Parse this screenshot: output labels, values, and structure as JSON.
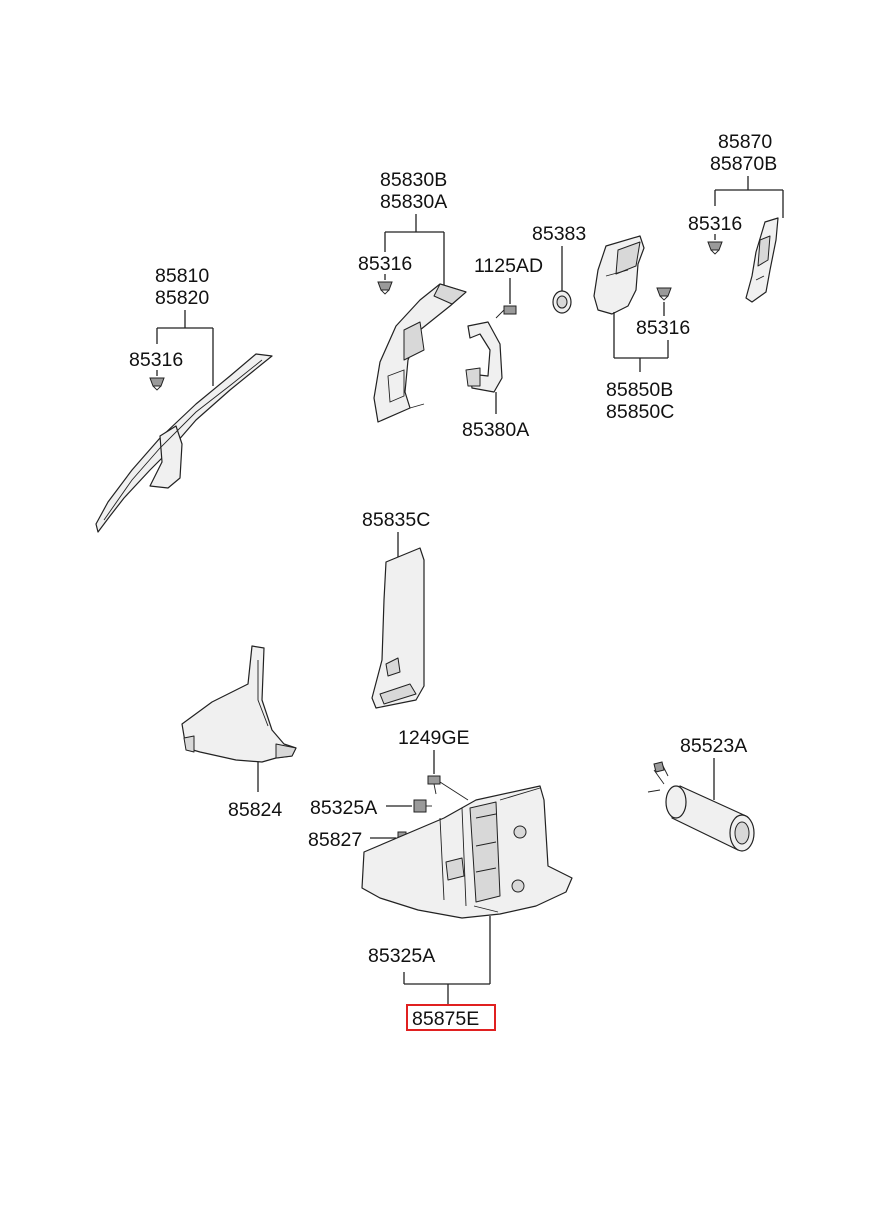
{
  "labels": {
    "p85870": "85870",
    "p85870b": "85870B",
    "p85316_a": "85316",
    "p85830b": "85830B",
    "p85830a": "85830A",
    "p85316_b": "85316",
    "p85383": "85383",
    "p1125ad": "1125AD",
    "p85810": "85810",
    "p85820": "85820",
    "p85316_c": "85316",
    "p85316_d": "85316",
    "p85380a": "85380A",
    "p85850b": "85850B",
    "p85850c": "85850C",
    "p85835c": "85835C",
    "p1249ge": "1249GE",
    "p85523a": "85523A",
    "p85325a_a": "85325A",
    "p85827": "85827",
    "p85824": "85824",
    "p85325a_b": "85325A",
    "p85875e": "85875E"
  },
  "highlight": {
    "part": "85875E",
    "color": "#e02020"
  }
}
